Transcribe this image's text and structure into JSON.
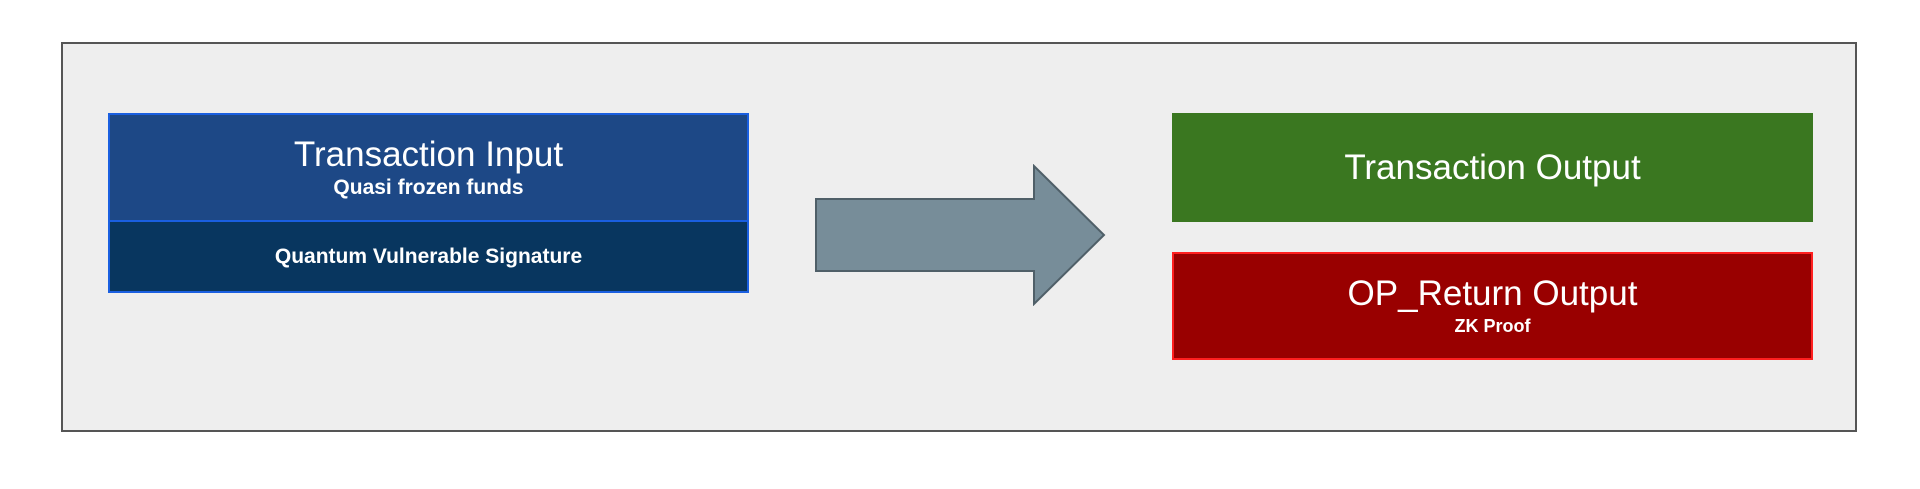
{
  "diagram": {
    "input": {
      "title": "Transaction Input",
      "subtitle": "Quasi frozen funds",
      "signature": "Quantum Vulnerable Signature"
    },
    "outputs": [
      {
        "title": "Transaction Output"
      },
      {
        "title": "OP_Return Output",
        "subtitle": "ZK Proof"
      }
    ],
    "colors": {
      "frame_background": "#eeeeee",
      "input_box": "#1d4886",
      "signature_box": "#08365f",
      "output_box": "#3a7720",
      "op_return_box": "#990000",
      "arrow": "#778d99"
    }
  }
}
